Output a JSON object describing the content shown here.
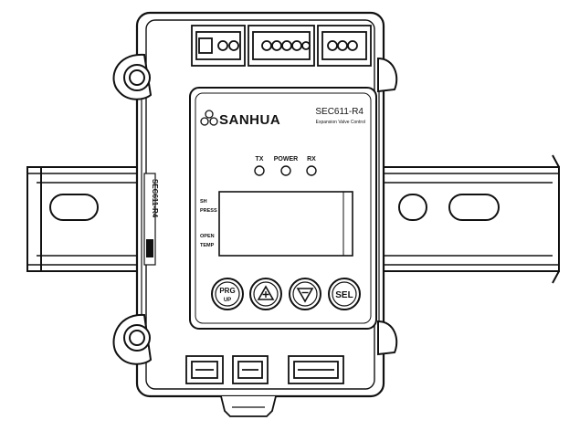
{
  "device": {
    "brand": "SANHUA",
    "model": "SEC611-R4",
    "subtitle": "Expansion Valve Control",
    "indicators": [
      "TX",
      "POWER",
      "RX"
    ],
    "display_labels": [
      "SH",
      "PRESS",
      "OPEN",
      "TEMP"
    ],
    "buttons": {
      "prg_top": "PRG",
      "prg_bottom": "UP",
      "sel": "SEL"
    },
    "icons": {
      "logo": "sanhua-logo-icon",
      "up": "up-arrow-icon",
      "down": "down-arrow-icon",
      "led": "led-indicator-icon"
    },
    "side_label": "SEC611-R4",
    "colors": {
      "line": "#111111",
      "background": "#ffffff"
    }
  }
}
